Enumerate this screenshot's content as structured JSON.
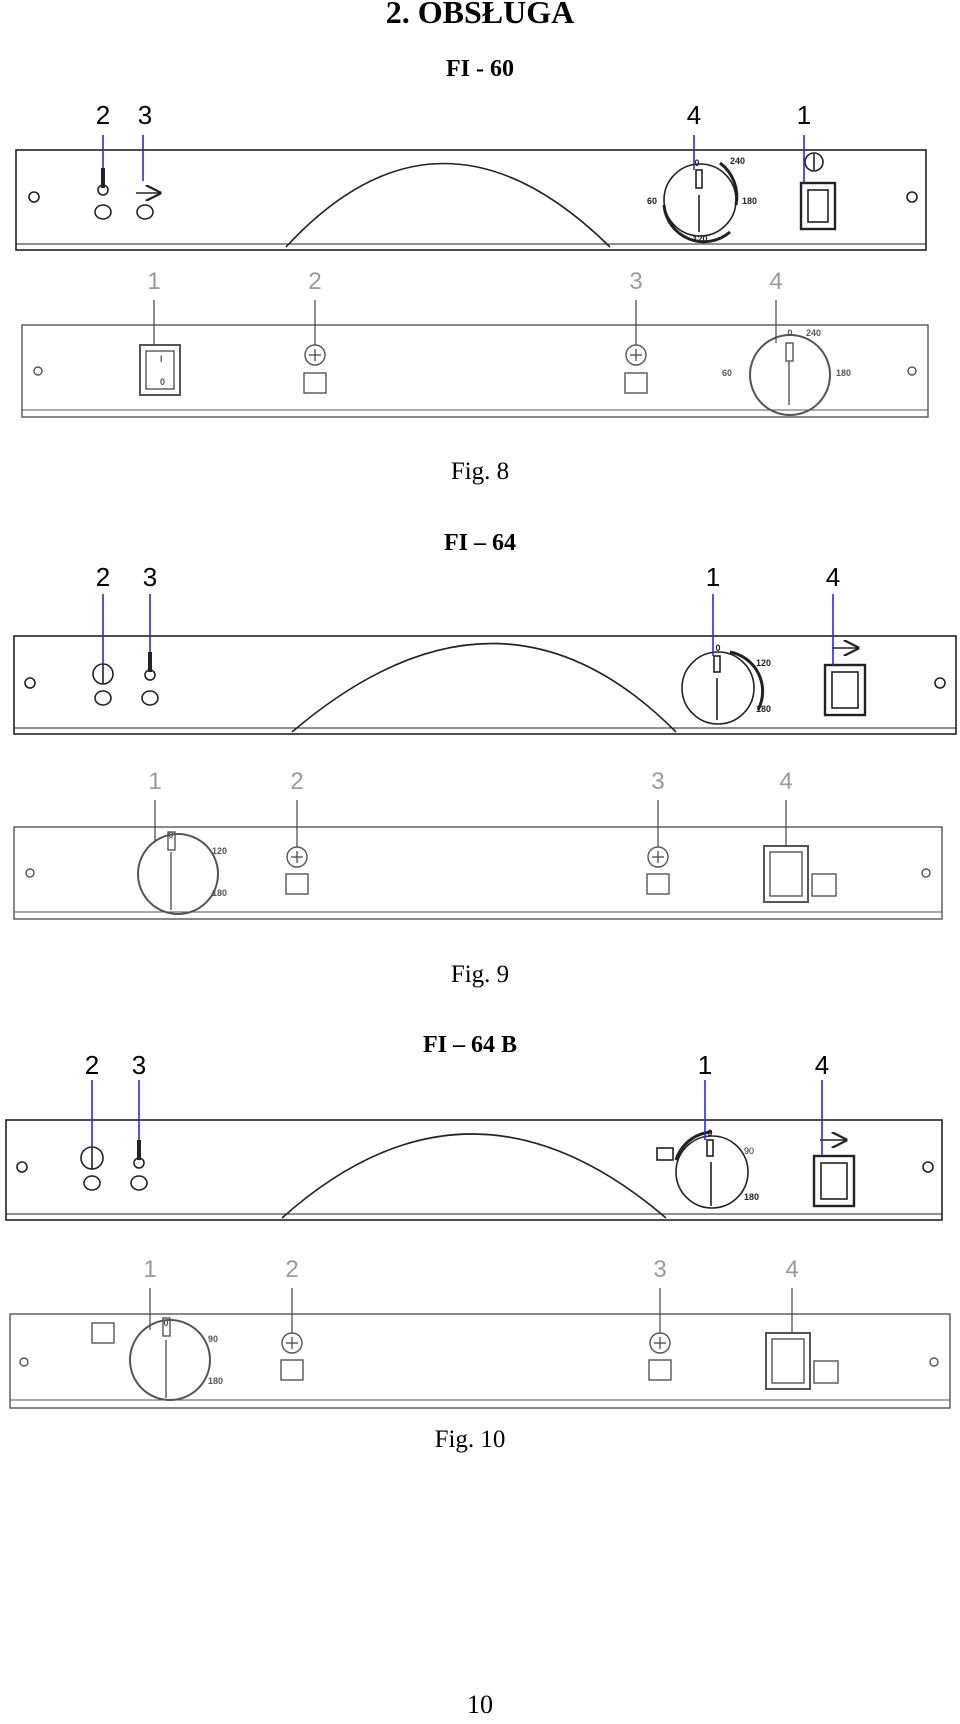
{
  "page": {
    "section_title": "2. OBSŁUGA",
    "page_number": "10",
    "colors": {
      "callout_line": "#2b2bd6",
      "drawing": "#222222",
      "light_drawing": "#8a8a8a"
    }
  },
  "figures": [
    {
      "model": "FI - 60",
      "caption": "Fig. 8",
      "panel_a": {
        "callouts": [
          "2",
          "3",
          "4",
          "1"
        ],
        "icons": [
          "thermometer-icon",
          "arrow-right-icon",
          "power-icon"
        ],
        "dial_scale": [
          "0",
          "240",
          "180",
          "120",
          "60"
        ]
      },
      "panel_b": {
        "callouts": [
          "1",
          "2",
          "3",
          "4"
        ],
        "switch_marks": [
          "I",
          "0"
        ],
        "dial_scale": [
          "0",
          "240",
          "180",
          "60"
        ]
      }
    },
    {
      "model": "FI – 64",
      "caption": "Fig. 9",
      "panel_a": {
        "callouts": [
          "2",
          "3",
          "1",
          "4"
        ],
        "icons": [
          "power-icon",
          "thermometer-icon",
          "arrow-right-icon"
        ],
        "dial_scale": [
          "0",
          "120",
          "180"
        ]
      },
      "panel_b": {
        "callouts": [
          "1",
          "2",
          "3",
          "4"
        ],
        "dial_scale": [
          "0",
          "120",
          "180"
        ]
      }
    },
    {
      "model": "FI – 64 B",
      "caption": "Fig. 10",
      "panel_a": {
        "callouts": [
          "2",
          "3",
          "1",
          "4"
        ],
        "icons": [
          "power-icon",
          "thermometer-icon",
          "arrow-right-icon"
        ],
        "dial_scale": [
          "0",
          "90",
          "180"
        ]
      },
      "panel_b": {
        "callouts": [
          "1",
          "2",
          "3",
          "4"
        ],
        "dial_scale": [
          "0",
          "90",
          "180"
        ]
      }
    }
  ]
}
